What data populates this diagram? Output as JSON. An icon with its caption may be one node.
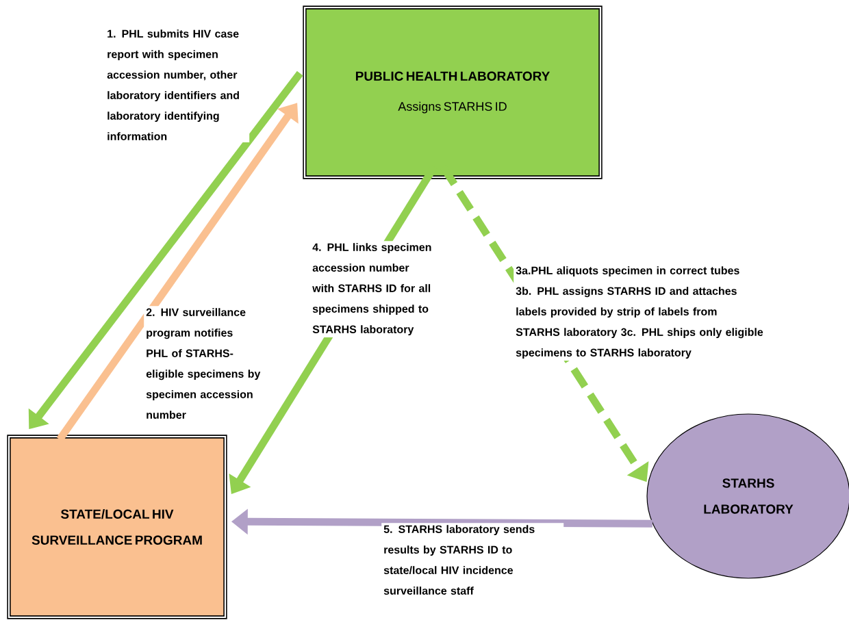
{
  "diagram": {
    "nodes": [
      {
        "text": [
          "PUBLIC HEALTH LABORATORY",
          "Assigns STARHS ID"
        ]
      },
      {
        "text": [
          "STATE/LOCAL HIV SURVEILLANCE PROGRAM"
        ]
      },
      {
        "text": [
          "STARHS LABORATORY"
        ]
      }
    ],
    "edges": [
      {
        "from": 0,
        "to": 1,
        "arrow": "to",
        "label": "1. PHL submits HIV case report with specimen accession number, other laboratory identifiers and laboratory identifying information"
      },
      {
        "from": 1,
        "to": 0,
        "arrow": "to",
        "color": "#fac090",
        "label": "2. HIV surveillance program notifies PHL of STARHS-eligible specimens by specimen accession number"
      },
      {
        "from": 0,
        "to": 1,
        "arrow": "to",
        "label": "4. PHL links specimen accession number with STARHS ID for all specimens shipped to STARHS laboratory"
      },
      {
        "from": 0,
        "to": 2,
        "arrow": "to",
        "style": "dashed",
        "label": "3a.PHL aliquots specimen in correct tubes 3b. PHL assigns STARHS ID and attaches labels provided by strip of labels from STARHS laboratory 3c. PHL ships only eligible specimens to STARHS laboratory"
      },
      {
        "from": 2,
        "to": 1,
        "arrow": "to",
        "color": "#b1a0c7",
        "label": "5. STARHS laboratory sends results by STARHS ID to state/local HIV incidence surveillance staff"
      }
    ]
  }
}
